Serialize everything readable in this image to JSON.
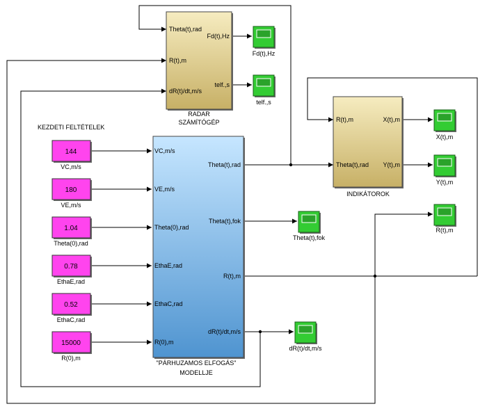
{
  "title": "KEZDETI FELTÉTELEK",
  "colors": {
    "constant": "#ff44ee",
    "scope": "#33cc33",
    "yellow_top": "#f6ecc0",
    "yellow_bottom": "#c7b066",
    "blue_top": "#c6e6ff",
    "blue_bottom": "#4f94d0"
  },
  "radar": {
    "caption_line1": "RADAR",
    "caption_line2": "SZÁMÍTÓGÉP",
    "in_theta": "Theta(t),rad",
    "in_r": "R(t),m",
    "in_dr": "dR(t)/dt,m/s",
    "out_fd": "Fd(t),Hz",
    "out_telf": "telf.,s"
  },
  "indikator": {
    "caption": "INDIKÁTOROK",
    "in_r": "R(t),m",
    "in_theta": "Theta(t),rad",
    "out_x": "X(t),m",
    "out_y": "Y(t),m"
  },
  "model": {
    "caption_line1": "\"PÁRHUZAMOS ELFOGÁS\"",
    "caption_line2": "MODELLJE",
    "in_vc": "VC,m/s",
    "in_ve": "VE,m/s",
    "in_theta0": "Theta(0),rad",
    "in_ethae": "EthaE,rad",
    "in_ethac": "EthaC,rad",
    "in_r0": "R(0),m",
    "out_theta_rad": "Theta(t),rad",
    "out_theta_fok": "Theta(t),fok",
    "out_r": "R(t),m",
    "out_dr": "dR(t)/dt,m/s"
  },
  "constants": [
    {
      "value": "144",
      "label": "VC,m/s"
    },
    {
      "value": "180",
      "label": "VE,m/s"
    },
    {
      "value": "1.04",
      "label": "Theta(0),rad"
    },
    {
      "value": "0.78",
      "label": "EthaE,rad"
    },
    {
      "value": "0.52",
      "label": "EthaC,rad"
    },
    {
      "value": "15000",
      "label": "R(0),m"
    }
  ],
  "scopes": {
    "fd": "Fd(t),Hz",
    "telf": "telf.,s",
    "x": "X(t),m",
    "y": "Y(t),m",
    "r": "R(t),m",
    "theta_fok": "Theta(t),fok",
    "dr": "dR(t)/dt,m/s"
  }
}
